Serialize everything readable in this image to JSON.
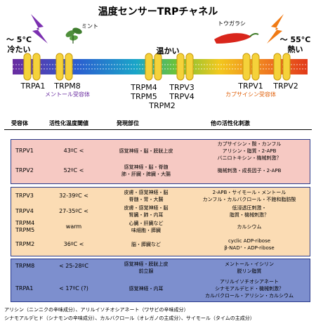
{
  "title": "温度センサーTRPチャネル",
  "temps": {
    "cold_value": "～ 5°C",
    "cold_label": "冷たい",
    "warm_label": "温かい",
    "hot_value": "～ 55°C",
    "hot_label": "熱い"
  },
  "plants": {
    "mint": "ミント",
    "chili": "トウガラシ"
  },
  "channels": {
    "trpa1": "TRPA1",
    "trpm8": "TRPM8",
    "trpm8_sub": "メントール受容体",
    "trpm4": "TRPM4",
    "trpm5": "TRPM5",
    "trpv3": "TRPV3",
    "trpv4": "TRPV4",
    "trpm2": "TRPM2",
    "trpv1": "TRPV1",
    "trpv1_sub": "カプサイシン受容体",
    "trpv2": "TRPV2"
  },
  "headers": {
    "receptor": "受容体",
    "temp_threshold": "活性化温度閾値",
    "site": "発現部位",
    "other": "他の活性化刺激"
  },
  "rows": [
    {
      "name": "TRPV1",
      "temp": "43ºC <",
      "site": [
        "感覚神経・脳・膀胱上皮"
      ],
      "other": [
        "カプサイシン・酸・カンフル",
        "アリシン・脂質・2-APB",
        "バニロトキシン・機械刺激？"
      ]
    },
    {
      "name": "TRPV2",
      "temp": "52ºC <",
      "site": [
        "感覚神経・脳・脊髄",
        "肺・肝臓・脾臓・大腸"
      ],
      "other": [
        "機械刺激・成長因子・2-APB"
      ]
    },
    {
      "name": "TRPV3",
      "temp": "32-39ºC <",
      "site": [
        "皮膚・感覚神経・脳",
        "脊髄・胃・大腸"
      ],
      "other": [
        "2-APB・サイモール・メントール",
        "カンフル・カルバクロール・不飽和脂肪酸"
      ]
    },
    {
      "name": "TRPV4",
      "temp": "27-35ºC <",
      "site": [
        "皮膚・感覚神経・脳",
        "腎臓・肺・内耳"
      ],
      "other": [
        "低浸透圧刺激・",
        "脂質・機械刺激？"
      ]
    },
    {
      "name": "TRPM4",
      "name2": "TRPM5",
      "temp": "warm",
      "site": [
        "心臓・肝臓など",
        "味細胞・膵臓"
      ],
      "other": [
        "カルシウム"
      ]
    },
    {
      "name": "TRPM2",
      "temp": "36ºC <",
      "site": [
        "脳・膵臓など"
      ],
      "other": [
        "cyclic ADP-ribose",
        "β-NAD⁺・ADP-ribose"
      ]
    },
    {
      "name": "TRPM8",
      "temp": "< 25-28ºC",
      "site": [
        "感覚神経・膀胱上皮",
        "前立腺"
      ],
      "other": [
        "メントール・イシリン",
        "脱リン脂質"
      ]
    },
    {
      "name": "TRPA1",
      "temp": "< 17ºC (?)",
      "site": [
        "感覚神経・内耳"
      ],
      "other": [
        "アリルイソチオシアネート",
        "シナモアルデヒド・機械刺激？",
        "カルバクロール・アリシン・カルシウム"
      ]
    }
  ],
  "footer": [
    "アリシン（ニンニクの辛味成分）、アリルイソチオシアネート（ワサビの辛味成分）",
    "シナモアルデヒド（シナモンの辛味成分）、カルバクロール（オレガノの主成分）、サイモール（タイムの主成分）"
  ]
}
